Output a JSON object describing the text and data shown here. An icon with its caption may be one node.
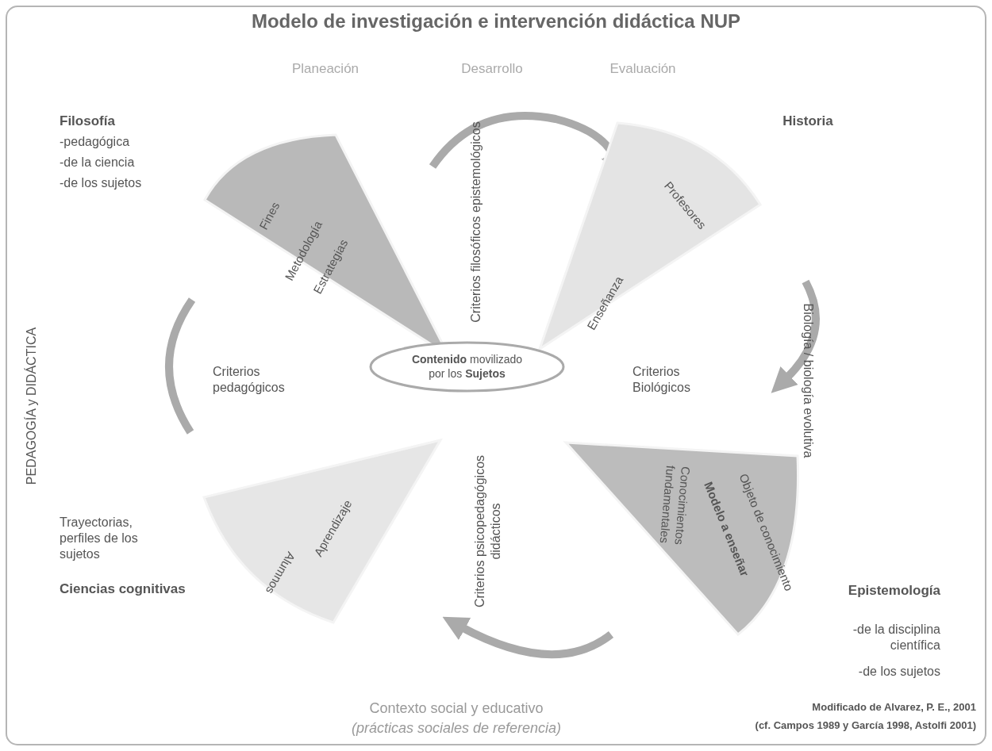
{
  "diagram": {
    "title": "Modelo de investigación e intervención didáctica NUP",
    "nodes": [
      {
        "text": [
          "Fines",
          "Metodología",
          "Estrategias"
        ]
      },
      {
        "text": [
          "Profesores",
          "Enseñanza"
        ]
      },
      {
        "text": [
          "**Contenido** movilizado por los **Sujetos**"
        ]
      },
      {
        "text": [
          "Alumnos",
          "Aprendizaje"
        ]
      },
      {
        "text": [
          "Objeto de conocimiento",
          "Modelo a enseñar",
          "Conocimientos fundamentales"
        ]
      }
    ],
    "edges": [],
    "labels": [
      "Planeación",
      "Desarrollo",
      "Evaluación",
      "Filosofía",
      "-pedagógica",
      "-de la ciencia",
      "-de los sujetos",
      "Historia",
      "Criterios filosóficos epistemológicos",
      "PEDAGOGÍA y DIDÁCTICA",
      "Criterios pedagógicos",
      "Criterios Biológicos",
      "Biología / biología evolutiva",
      "Trayectorias, perfiles de los sujetos",
      "Ciencias cognitivas",
      "Criterios psicopedagógicos didácticos",
      "Epistemología",
      "-de la disciplina científica",
      "-de los sujetos",
      "Contexto social y educativo",
      "(prácticas sociales de referencia)",
      "Modificado de Alvarez, P. E., 2001",
      "(cf. Campos 1989 y García 1998, Astolfi 2001)"
    ]
  }
}
